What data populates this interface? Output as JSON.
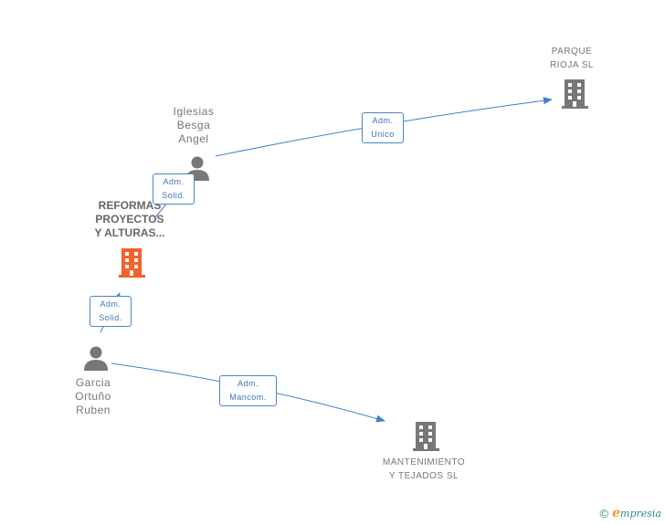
{
  "nodes": {
    "parque": {
      "lines": [
        "PARQUE",
        "RIOJA SL"
      ]
    },
    "iglesias": {
      "lines": [
        "Iglesias",
        "Besga",
        "Angel"
      ]
    },
    "reformas": {
      "lines": [
        "REFORMAS",
        "PROYECTOS",
        "Y ALTURAS..."
      ]
    },
    "garcia": {
      "lines": [
        "Garcia",
        "Ortuño",
        "Ruben"
      ]
    },
    "mantenimiento": {
      "lines": [
        "MANTENIMIENTO",
        "Y TEJADOS SL"
      ]
    }
  },
  "edges": {
    "iglesias_parque": {
      "lines": [
        "Adm.",
        "Unico"
      ]
    },
    "iglesias_reformas": {
      "lines": [
        "Adm.",
        "Solid."
      ]
    },
    "garcia_reformas": {
      "lines": [
        "Adm.",
        "Solid."
      ]
    },
    "garcia_mantenimiento": {
      "lines": [
        "Adm.",
        "Mancom."
      ]
    }
  },
  "colors": {
    "edge": "#3f7fd0",
    "company": "#777777",
    "company_main": "#f4622b",
    "person": "#777777"
  },
  "brand": {
    "copyright": "©",
    "initial": "e",
    "name": "mpresia"
  }
}
